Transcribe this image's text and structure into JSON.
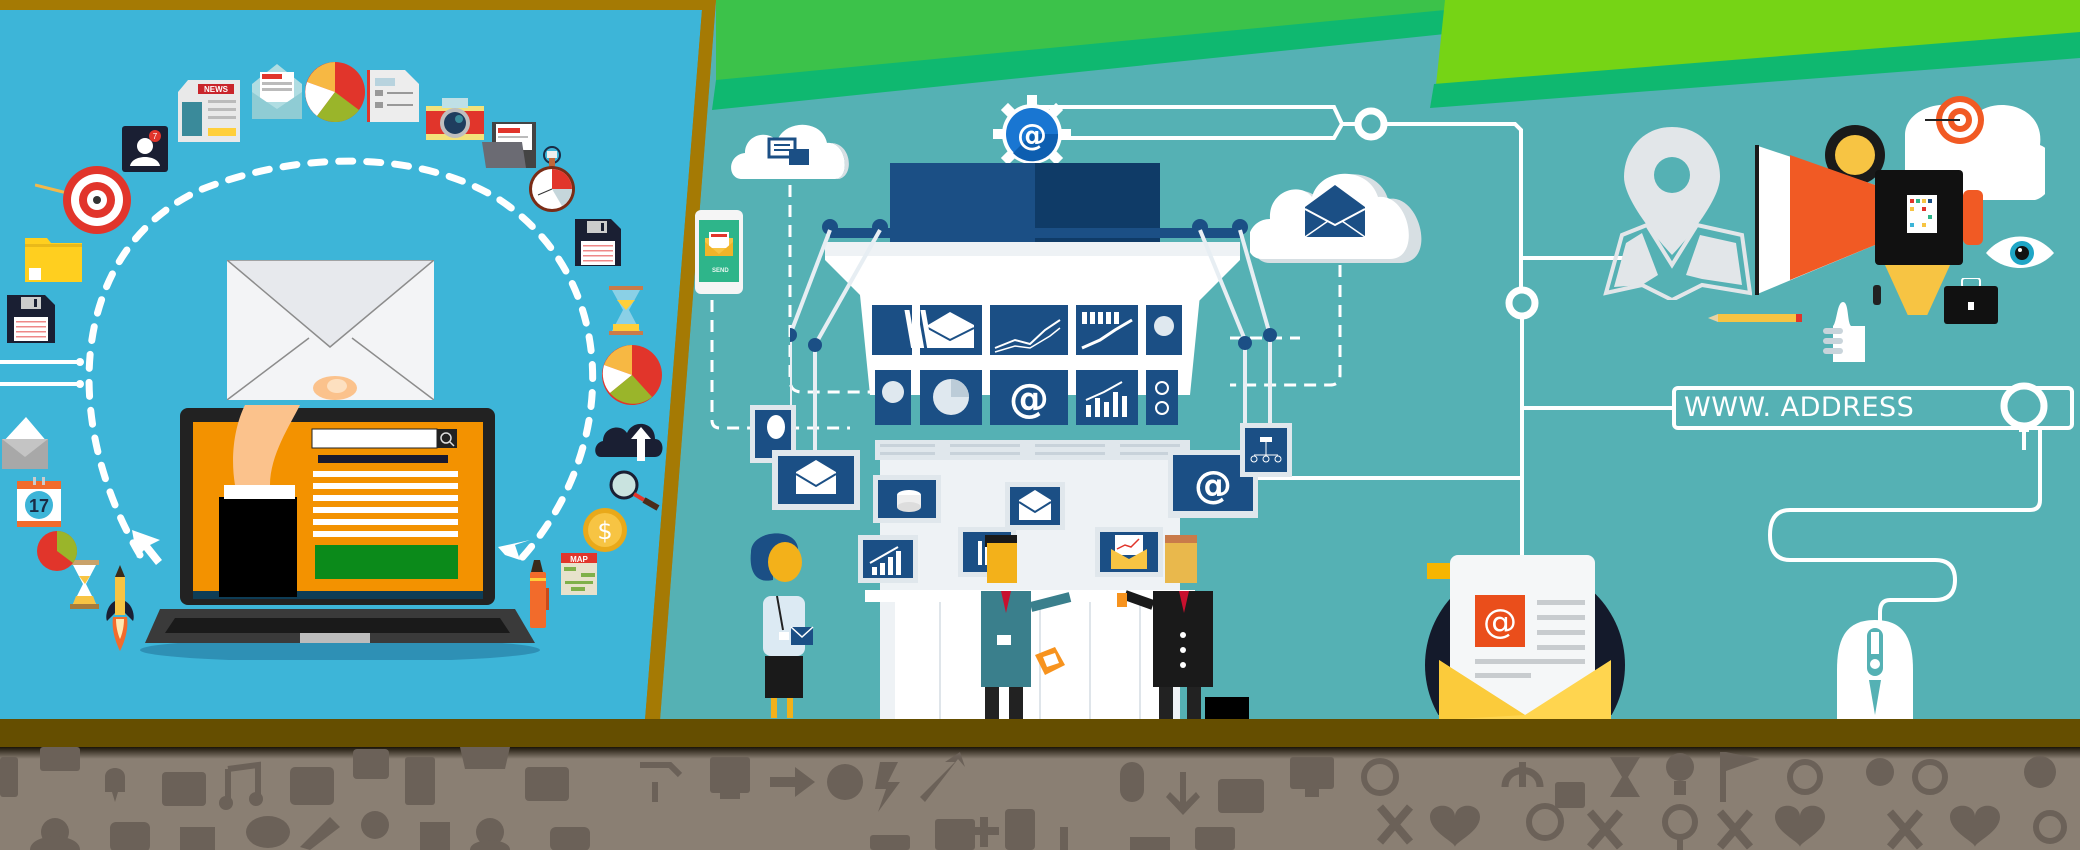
{
  "scene": {
    "title": "Email marketing illustration banner",
    "colors": {
      "left_panel_bg": "#3db5d8",
      "frame_border": "#a57a04",
      "right_panel_bg": "#55b1b4",
      "banner_green_light": "#3cc24a",
      "banner_green_lime": "#76d415",
      "banner_green_dark": "#0fb870",
      "shelf_brown": "#654e00",
      "pattern_bg": "#8a7f73",
      "pattern_icon": "#6b6158",
      "navy": "#1b4f85",
      "orange": "#f39200",
      "red": "#e53a2a",
      "yellow": "#ffcf3a"
    }
  },
  "left_panel": {
    "laptop": {
      "screen_color": "#f39200",
      "search_icon": "search-icon",
      "cta_block_color": "#0b8a1a",
      "text_lines": 6
    },
    "envelope": "envelope-icon",
    "orbit_icons": [
      "target-icon",
      "user-notification-icon",
      "newspaper-icon",
      "mail-newsletter-icon",
      "pie-chart-icon",
      "document-icon",
      "camera-icon",
      "folder-documents-icon",
      "stopwatch-icon",
      "floppy-disk-icon",
      "hourglass-icon",
      "pie-chart-icon",
      "cloud-upload-icon",
      "magnifier-icon",
      "dollar-coin-icon",
      "map-icon",
      "marker-pen-icon",
      "rocket-pencil-icon",
      "hourglass-icon",
      "pie-chart-icon",
      "calendar-icon",
      "open-envelope-icon",
      "floppy-disk-icon",
      "folder-icon"
    ],
    "newspaper_label": "NEWS",
    "map_label": "MAP",
    "calendar_day": "17",
    "user_badge": "7",
    "coin_symbol": "$"
  },
  "right_panel": {
    "phone": {
      "button_label": "SEND"
    },
    "gear_symbol": "@",
    "control_tower_screens": [
      "bar-list-icon",
      "envelope-icon",
      "line-chart-icon",
      "growth-chart-icon",
      "disk-icon",
      "pie-chart-icon",
      "pie-chart-icon",
      "at-sign-icon",
      "bar-chart-icon",
      "speaker-icon"
    ],
    "hanging_screens": [
      "speaker-icon",
      "envelope-icon",
      "database-icon",
      "envelope-icon",
      "growth-chart-icon",
      "bar-chart-icon",
      "email-chart-icon",
      "at-sign-icon",
      "org-chart-icon"
    ],
    "at_symbol": "@",
    "address_bar": {
      "text": "WWW. ADDRESS",
      "search_icon": "magnifier-icon"
    },
    "marketing_icons": [
      "map-pin-icon",
      "megaphone-icon",
      "gear-icon",
      "cloud-target-icon",
      "eye-icon",
      "briefcase-icon",
      "pencil-icon",
      "thumbs-up-icon"
    ],
    "mail_letter_symbol": "@",
    "mouse": "computer-mouse-icon",
    "people": [
      "operator-woman",
      "businessman-left",
      "businessman-right"
    ]
  },
  "footer_pattern": {
    "icons": [
      "film-icon",
      "trophy-icon",
      "chat-icon",
      "image-icon",
      "music-icon",
      "calendar-icon",
      "note-icon",
      "user-icon",
      "robot-icon",
      "envelope-icon",
      "eye-icon",
      "pencil-icon",
      "award-icon",
      "medal-icon",
      "monitor-icon",
      "arrow-right-icon",
      "globe-icon",
      "lightning-icon",
      "arrow-upright-icon",
      "plus-icon",
      "mouse-icon",
      "arrow-down-icon",
      "briefcase-icon",
      "power-icon",
      "lock-icon",
      "hourglass-icon",
      "bulb-icon",
      "flag-icon",
      "male-icon",
      "gear-icon",
      "female-icon",
      "x-icon",
      "heart-plus-icon"
    ]
  }
}
